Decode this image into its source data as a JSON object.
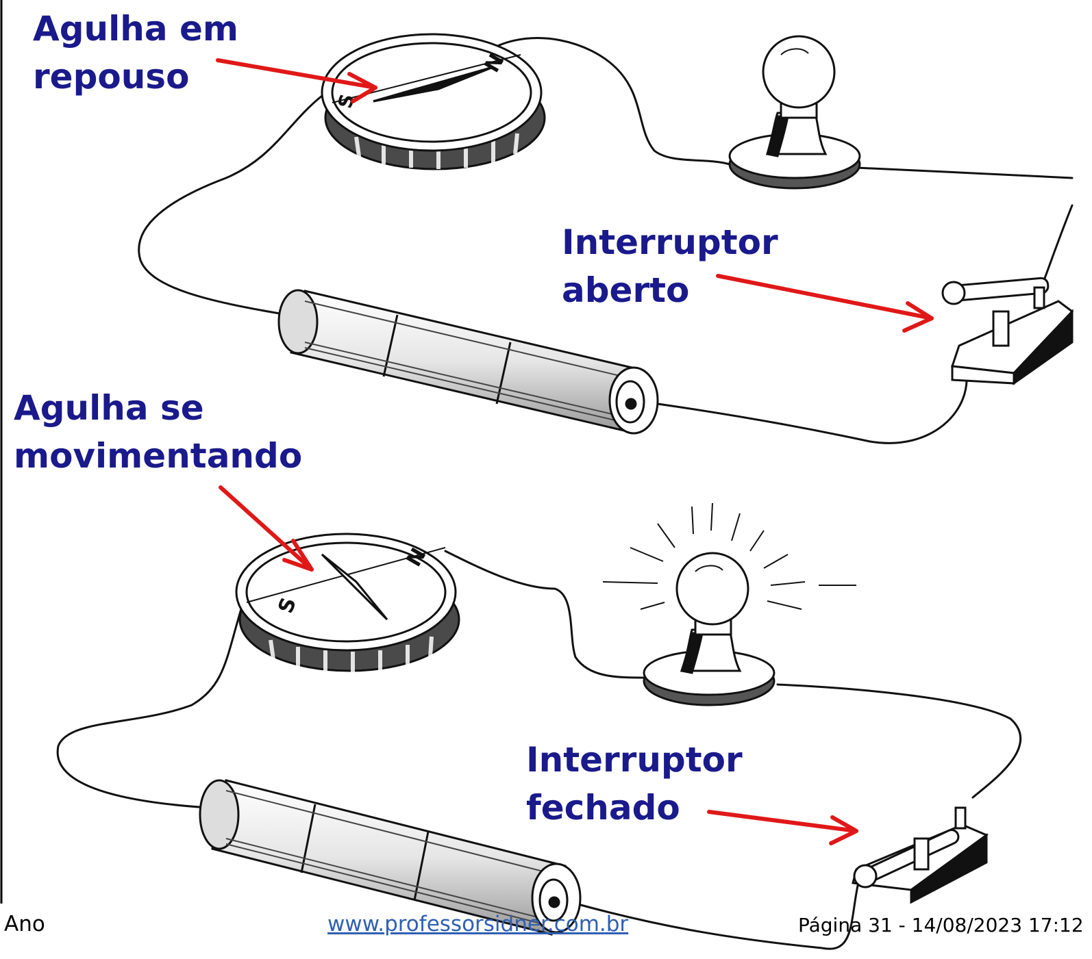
{
  "labels": {
    "needle_rest": [
      "Agulha em",
      "repouso"
    ],
    "switch_open": [
      "Interruptor",
      "aberto"
    ],
    "needle_moving": [
      "Agulha se",
      "movimentando"
    ],
    "switch_closed": [
      "Interruptor",
      "fechado"
    ]
  },
  "compass": {
    "north": "N",
    "south": "S"
  },
  "footer": {
    "left": "Ano",
    "link": "www.professorsidner.com.br",
    "right": "Página 31 - 14/08/2023 17:12"
  },
  "colors": {
    "label_text": "#1a1a8c",
    "arrow": "#e01818",
    "line_art": "#111111",
    "link": "#2f5fb3"
  }
}
